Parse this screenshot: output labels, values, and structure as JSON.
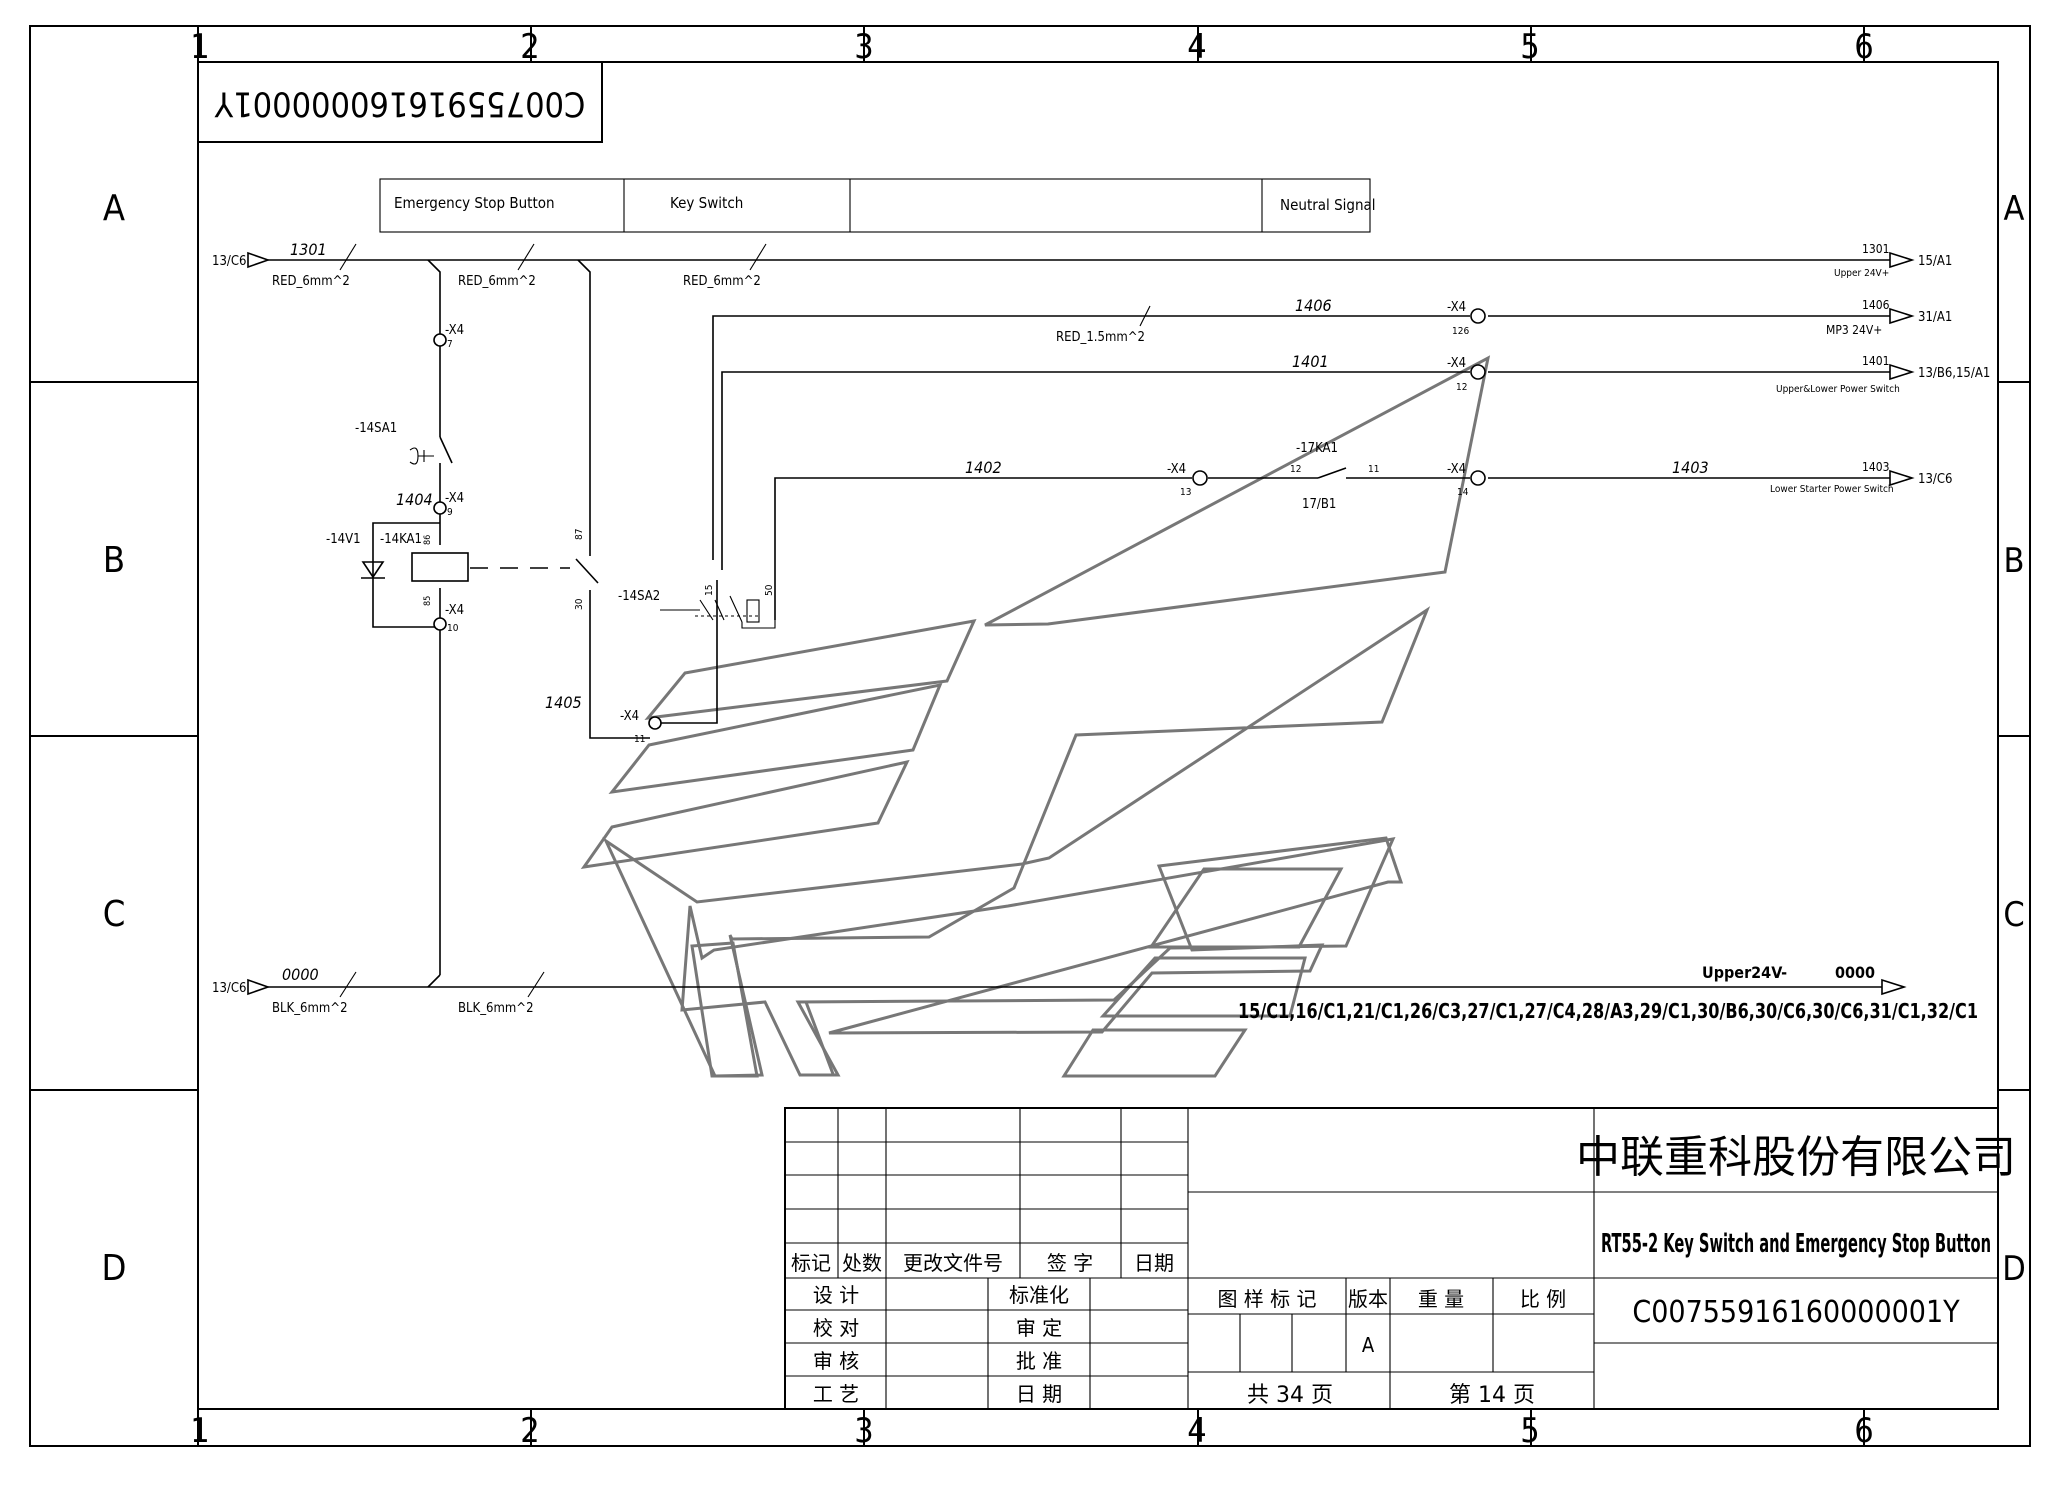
{
  "drawing_number_top": "C00755916160000001Y",
  "grid": {
    "columns": [
      "1",
      "2",
      "3",
      "4",
      "5",
      "6"
    ],
    "rows": [
      "A",
      "B",
      "C",
      "D"
    ]
  },
  "function_blocks": [
    "Emergency Stop Button",
    "Key Switch",
    "",
    "Neutral Signal"
  ],
  "wires": {
    "w1301": "1301",
    "w1406": "1406",
    "w1401": "1401",
    "w1402": "1402",
    "w1403": "1403",
    "w1404": "1404",
    "w1405": "1405",
    "w0000": "0000"
  },
  "cables": {
    "red6": "RED_6mm^2",
    "red15": "RED_1.5mm^2",
    "blk6": "BLK_6mm^2"
  },
  "refs": {
    "in_top": "13/C6",
    "in_bottom": "13/C6",
    "out_1301": "15/A1",
    "out_1406": "31/A1",
    "out_1401": "13/B6,15/A1",
    "out_1403": "13/C6",
    "relay_contact": "17/B1"
  },
  "signals": {
    "upper24v_plus": "Upper 24V+",
    "mp3_24v_plus": "MP3 24V+",
    "upper_lower_power": "Upper&Lower Power Switch",
    "lower_starter_power": "Lower Starter Power Switch",
    "upper24v_minus": "Upper24V-"
  },
  "neutral_refs": "15/C1,16/C1,21/C1,26/C3,27/C1,27/C4,28/A3,29/C1,30/B6,30/C6,30/C6,31/C1,32/C1",
  "components": {
    "sa1": "-14SA1",
    "sa2": "-14SA2",
    "ka1": "-14KA1",
    "v1": "-14V1",
    "ka17": "-17KA1",
    "x4": "-X4"
  },
  "terminals": {
    "t7": "7",
    "t9": "9",
    "t10": "10",
    "t11": "11",
    "t12": "12",
    "t13": "13",
    "t14": "14",
    "t126": "126",
    "c86": "86",
    "c85": "85",
    "c87": "87",
    "c30": "30",
    "ka12": "12",
    "ka11": "11",
    "sa15": "15",
    "sa50": "50"
  },
  "titleblock": {
    "company": "中联重科股份有限公司",
    "drawing_title": "RT55-2 Key Switch and Emergency Stop Button",
    "drawing_number": "C00755916160000001Y",
    "rev_headers": [
      "标记",
      "处数",
      "更改文件号",
      "签 字",
      "日期"
    ],
    "sign_left": [
      "设 计",
      "校 对",
      "审 核",
      "工 艺"
    ],
    "sign_mid": [
      "标准化",
      "审 定",
      "批 准",
      "日 期"
    ],
    "attr_headers": [
      "图 样 标 记",
      "版本",
      "重 量",
      "比 例"
    ],
    "version": "A",
    "total_pages": "共 34 页",
    "page_no": "第 14 页"
  }
}
